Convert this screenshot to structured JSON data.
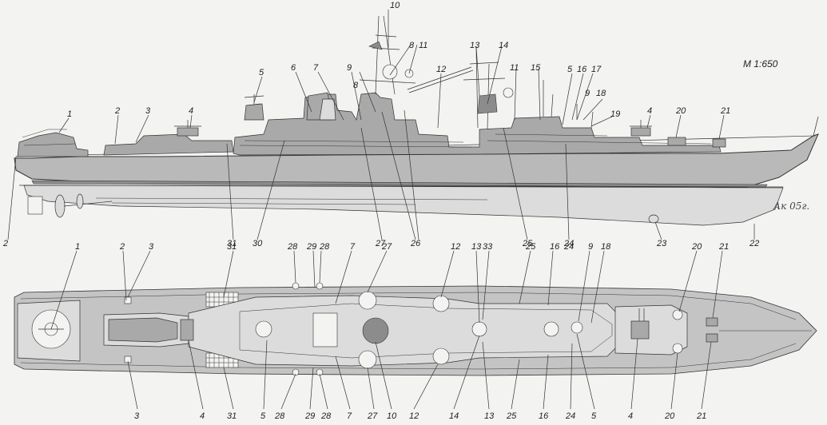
{
  "scale_label": "M 1:650",
  "signature": "Ак 05г.",
  "side_callouts": [
    {
      "n": "10"
    },
    {
      "n": "8"
    },
    {
      "n": "11"
    },
    {
      "n": "13"
    },
    {
      "n": "14"
    },
    {
      "n": "6"
    },
    {
      "n": "7"
    },
    {
      "n": "9"
    },
    {
      "n": "5"
    },
    {
      "n": "12"
    },
    {
      "n": "11"
    },
    {
      "n": "15"
    },
    {
      "n": "5"
    },
    {
      "n": "16"
    },
    {
      "n": "17"
    },
    {
      "n": "8"
    },
    {
      "n": "18"
    },
    {
      "n": "9"
    },
    {
      "n": "19"
    },
    {
      "n": "1"
    },
    {
      "n": "2"
    },
    {
      "n": "3"
    },
    {
      "n": "4"
    },
    {
      "n": "4"
    },
    {
      "n": "20"
    },
    {
      "n": "21"
    },
    {
      "n": "31"
    },
    {
      "n": "30"
    },
    {
      "n": "27"
    },
    {
      "n": "26"
    },
    {
      "n": "25"
    },
    {
      "n": "24"
    },
    {
      "n": "23"
    },
    {
      "n": "22"
    },
    {
      "n": "2"
    }
  ],
  "plan_callouts_top": [
    {
      "n": "1"
    },
    {
      "n": "2"
    },
    {
      "n": "3"
    },
    {
      "n": "31"
    },
    {
      "n": "28"
    },
    {
      "n": "29"
    },
    {
      "n": "28"
    },
    {
      "n": "7"
    },
    {
      "n": "27"
    },
    {
      "n": "12"
    },
    {
      "n": "13"
    },
    {
      "n": "33"
    },
    {
      "n": "25"
    },
    {
      "n": "16"
    },
    {
      "n": "24"
    },
    {
      "n": "9"
    },
    {
      "n": "18"
    },
    {
      "n": "20"
    },
    {
      "n": "21"
    }
  ],
  "plan_callouts_bottom": [
    {
      "n": "3"
    },
    {
      "n": "4"
    },
    {
      "n": "31"
    },
    {
      "n": "5"
    },
    {
      "n": "28"
    },
    {
      "n": "29"
    },
    {
      "n": "28"
    },
    {
      "n": "7"
    },
    {
      "n": "27"
    },
    {
      "n": "10"
    },
    {
      "n": "12"
    },
    {
      "n": "14"
    },
    {
      "n": "13"
    },
    {
      "n": "25"
    },
    {
      "n": "16"
    },
    {
      "n": "24"
    },
    {
      "n": "5"
    },
    {
      "n": "4"
    },
    {
      "n": "20"
    },
    {
      "n": "21"
    }
  ],
  "colors": {
    "paper": "#f3f3f1",
    "hull": "#b9b9b9",
    "line": "#333333"
  }
}
